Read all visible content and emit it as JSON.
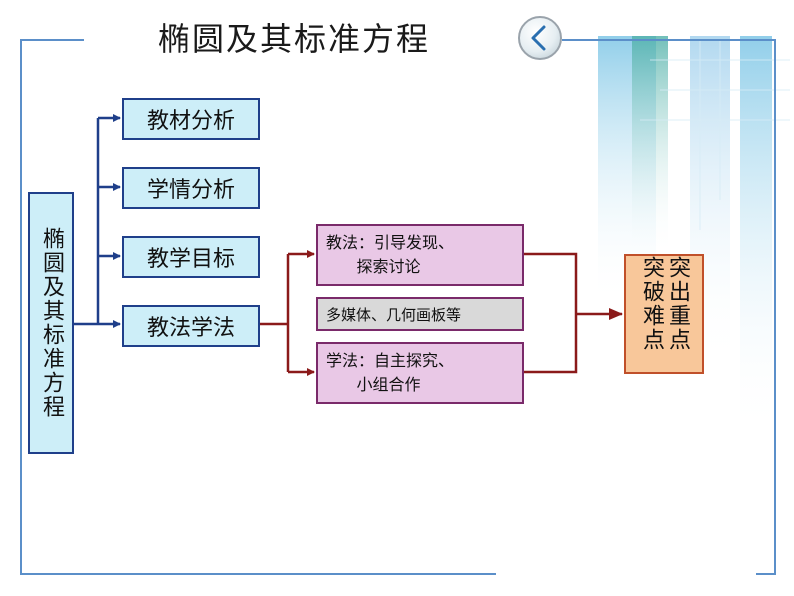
{
  "page": {
    "title": "椭圆及其标准方程"
  },
  "colors": {
    "frame": "#5b8fc9",
    "navy_connector": "#1f3f8a",
    "maroon_connector": "#8b1a1a",
    "blue_box_fill": "#cdeef8",
    "purple_box_fill": "#e9c8e6",
    "orange_box_fill": "#f8c79a"
  },
  "nav": {
    "back_icon": "chevron-left-icon"
  },
  "diagram": {
    "root": "椭圆及其标准方程",
    "branches": [
      "教材分析",
      "学情分析",
      "教学目标",
      "教法学法"
    ],
    "methods": {
      "teaching": "教法：引导发现、\n      探索讨论",
      "tools": "多媒体、几何画板等",
      "learning": "学法：自主探究、\n      小组合作"
    },
    "outcome": "突出重点突破难点"
  }
}
